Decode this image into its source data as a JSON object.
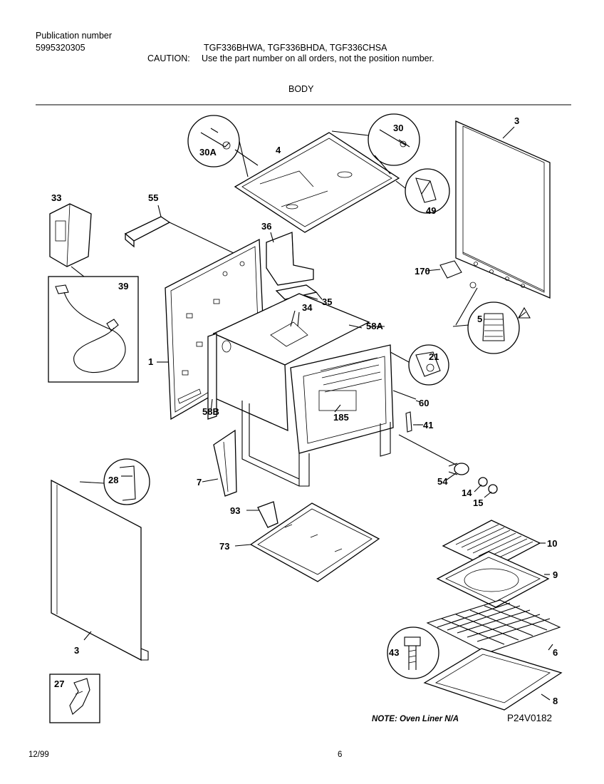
{
  "header": {
    "pub_label": "Publication number",
    "pub_number": "5995320305",
    "models": "TGF336BHWA, TGF336BHDA, TGF336CHSA",
    "caution_label": "CAUTION:",
    "caution_text": "Use the part number on all orders, not the position number.",
    "section": "BODY"
  },
  "labels": {
    "p3a": "3",
    "p4": "4",
    "p30": "30",
    "p30a": "30A",
    "p49": "49",
    "p33": "33",
    "p55": "55",
    "p36": "36",
    "p39": "39",
    "p170": "170",
    "p35": "35",
    "p34": "34",
    "p58a": "58A",
    "p5": "5",
    "p1": "1",
    "p21": "21",
    "p60": "60",
    "p185": "185",
    "p58b": "58B",
    "p41": "41",
    "p28": "28",
    "p7": "7",
    "p54": "54",
    "p14": "14",
    "p15": "15",
    "p93": "93",
    "p73": "73",
    "p10": "10",
    "p9": "9",
    "p43": "43",
    "p6": "6",
    "p3b": "3",
    "p8": "8",
    "p27": "27"
  },
  "footer": {
    "note": "NOTE: Oven Liner N/A",
    "figure_id": "P24V0182",
    "date": "12/99",
    "page": "6"
  }
}
